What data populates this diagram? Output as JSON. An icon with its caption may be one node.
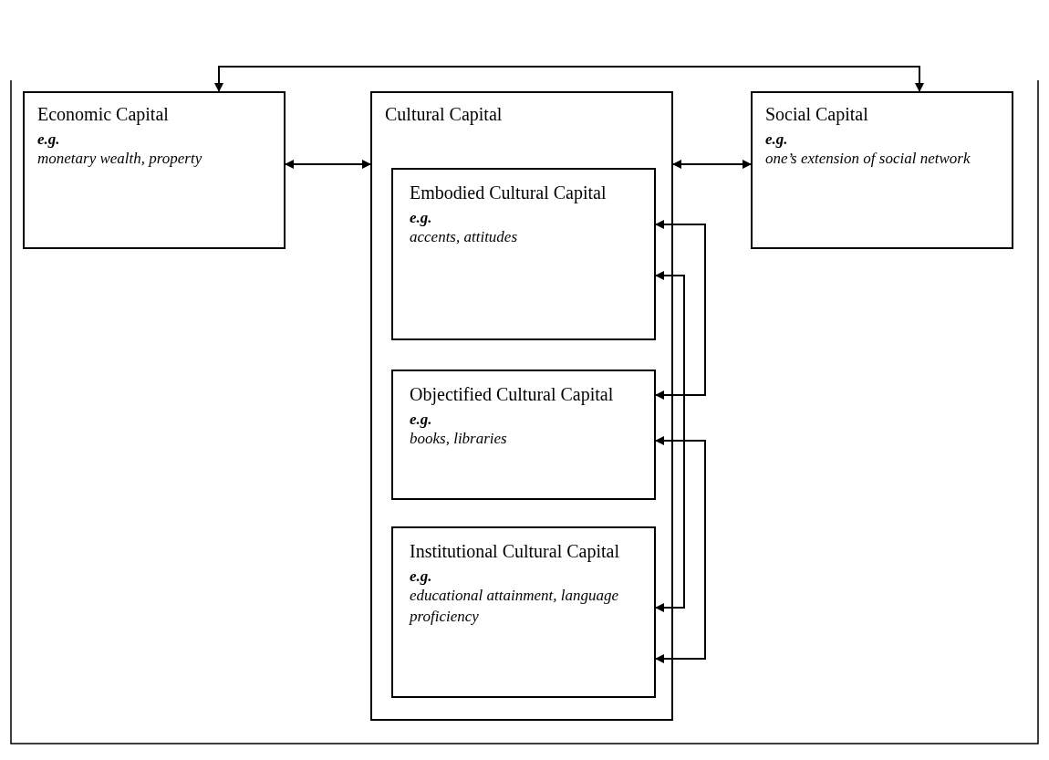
{
  "diagram": {
    "nodes": [
      {
        "text": [
          "Economic Capital",
          "e.g.",
          "monetary wealth, property"
        ]
      },
      {
        "text": [
          "Cultural Capital"
        ]
      },
      {
        "text": [
          "Embodied Cultural Capital",
          "e.g.",
          "accents, attitudes"
        ],
        "in": 1
      },
      {
        "text": [
          "Objectified Cultural Capital",
          "e.g.",
          "books, libraries"
        ],
        "in": 1
      },
      {
        "text": [
          "Institutional Cultural Capital",
          "e.g.",
          "educational attainment, language proficiency"
        ],
        "in": 1
      },
      {
        "text": [
          "Social Capital",
          "e.g.",
          "one’s extension of social network"
        ]
      }
    ],
    "edges": [
      {
        "from": 0,
        "to": 1,
        "arrow": "both"
      },
      {
        "from": 1,
        "to": 5,
        "arrow": "both"
      },
      {
        "from": 0,
        "to": 5,
        "arrow": "both"
      },
      {
        "from": 2,
        "to": 3,
        "arrow": "both"
      },
      {
        "from": 2,
        "to": 4,
        "arrow": "both"
      },
      {
        "from": 3,
        "to": 4,
        "arrow": "both"
      }
    ]
  }
}
